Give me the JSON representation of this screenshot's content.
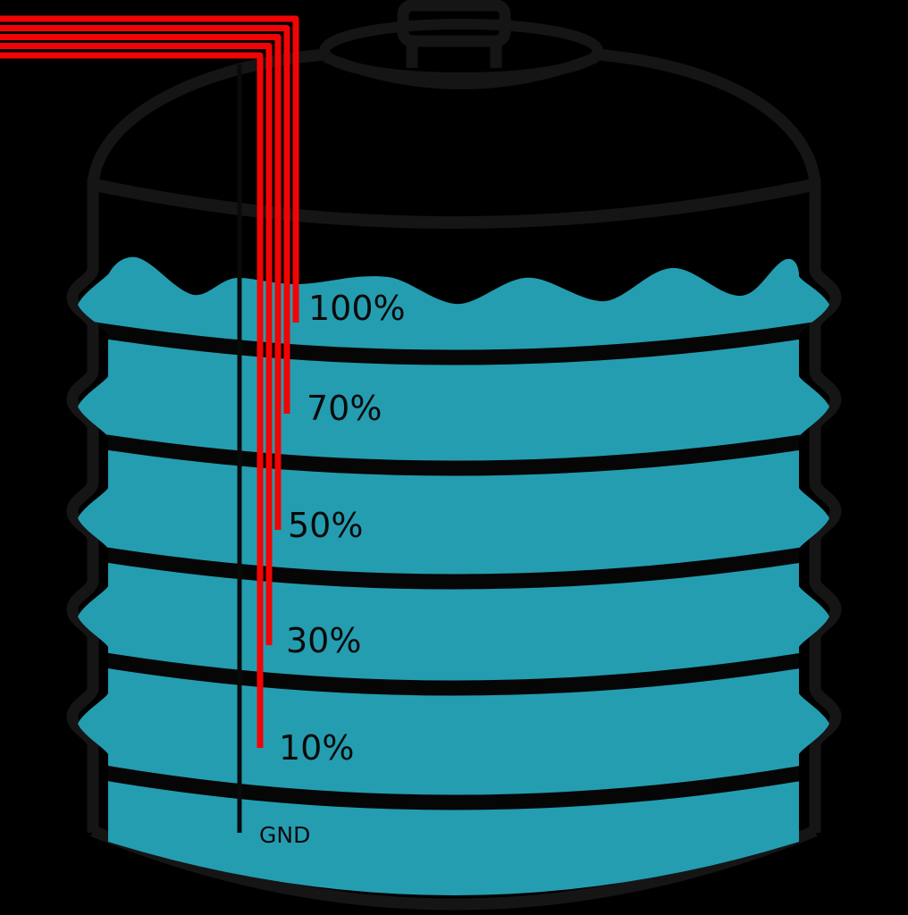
{
  "tank": {
    "background_color": "#000000",
    "water_color": "#249DB1",
    "wire_color": "#F10404",
    "outline_color": "#151515",
    "ink_color": "#0A0A0A",
    "levels": [
      {
        "label": "100%",
        "value": 100
      },
      {
        "label": "70%",
        "value": 70
      },
      {
        "label": "50%",
        "value": 50
      },
      {
        "label": "30%",
        "value": 30
      },
      {
        "label": "10%",
        "value": 10
      }
    ],
    "ground_label": "GND"
  }
}
